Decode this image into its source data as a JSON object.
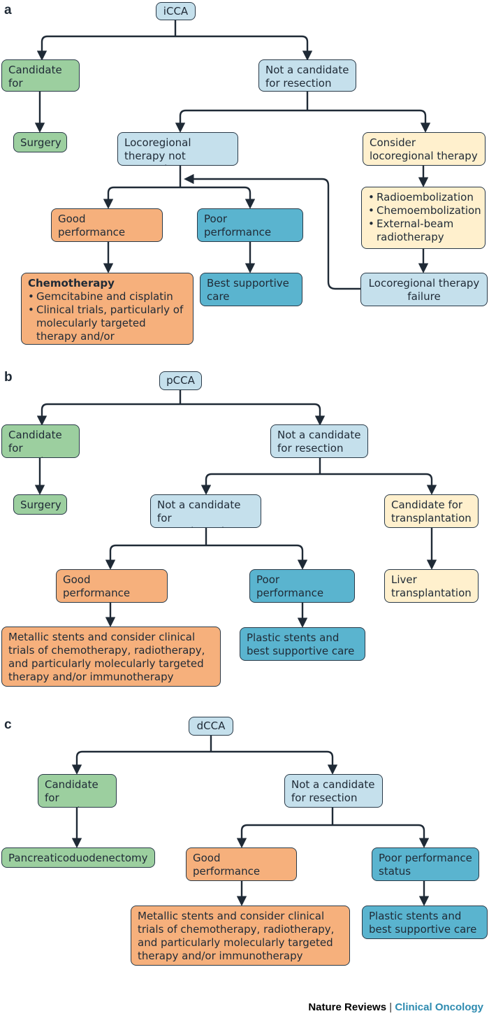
{
  "colors": {
    "line": "#1f2a36",
    "root": "#c5e0ec",
    "resection": "#9ccf9f",
    "consider": "#fff0cd",
    "good": "#f6b07c",
    "poor": "#5ab4cf"
  },
  "panels": {
    "a": {
      "label": "a",
      "root": "iCCA",
      "candidate": "Candidate for resection",
      "surgery": "Surgery",
      "not_candidate": "Not a candidate for resection",
      "locoregional_not_pursued": "Locoregional therapy not pursued",
      "consider_locoregional": "Consider locoregional therapy",
      "locoregional_options": [
        "Radioembolization",
        "Chemoembolization",
        "External-beam radiotherapy"
      ],
      "good_performance": "Good performance status",
      "poor_performance": "Poor performance status",
      "chemotherapy_title": "Chemotherapy",
      "chemotherapy_items": [
        "Gemcitabine and cisplatin",
        "Clinical trials, particularly of molecularly targeted therapy and/or immunotherapy"
      ],
      "best_supportive_care": "Best supportive care",
      "locoregional_failure": "Locoregional therapy failure"
    },
    "b": {
      "label": "b",
      "root": "pCCA",
      "candidate": "Candidate for resection",
      "surgery": "Surgery",
      "not_candidate": "Not a candidate for resection",
      "not_transplant": "Not a candidate for transplantation",
      "transplant_candidate": "Candidate for transplantation",
      "liver_transplant": "Liver transplantation",
      "good_performance": "Good performance status",
      "poor_performance": "Poor performance status",
      "metallic": "Metallic stents and consider clinical trials of chemotherapy, radiotherapy, and particularly molecularly targeted therapy and/or immunotherapy",
      "plastic": "Plastic stents and best supportive care"
    },
    "c": {
      "label": "c",
      "root": "dCCA",
      "candidate": "Candidate for resection",
      "pancreaticoduodenectomy": "Pancreaticoduodenectomy",
      "not_candidate": "Not a candidate for resection",
      "good_performance": "Good performance status",
      "poor_performance": "Poor performance status",
      "metallic": "Metallic stents and consider clinical trials of chemotherapy, radiotherapy, and particularly molecularly targeted therapy and/or immunotherapy",
      "plastic": "Plastic stents and best supportive care"
    }
  },
  "footer": {
    "journal": "Nature Reviews",
    "separator": "|",
    "subtitle": "Clinical Oncology"
  }
}
